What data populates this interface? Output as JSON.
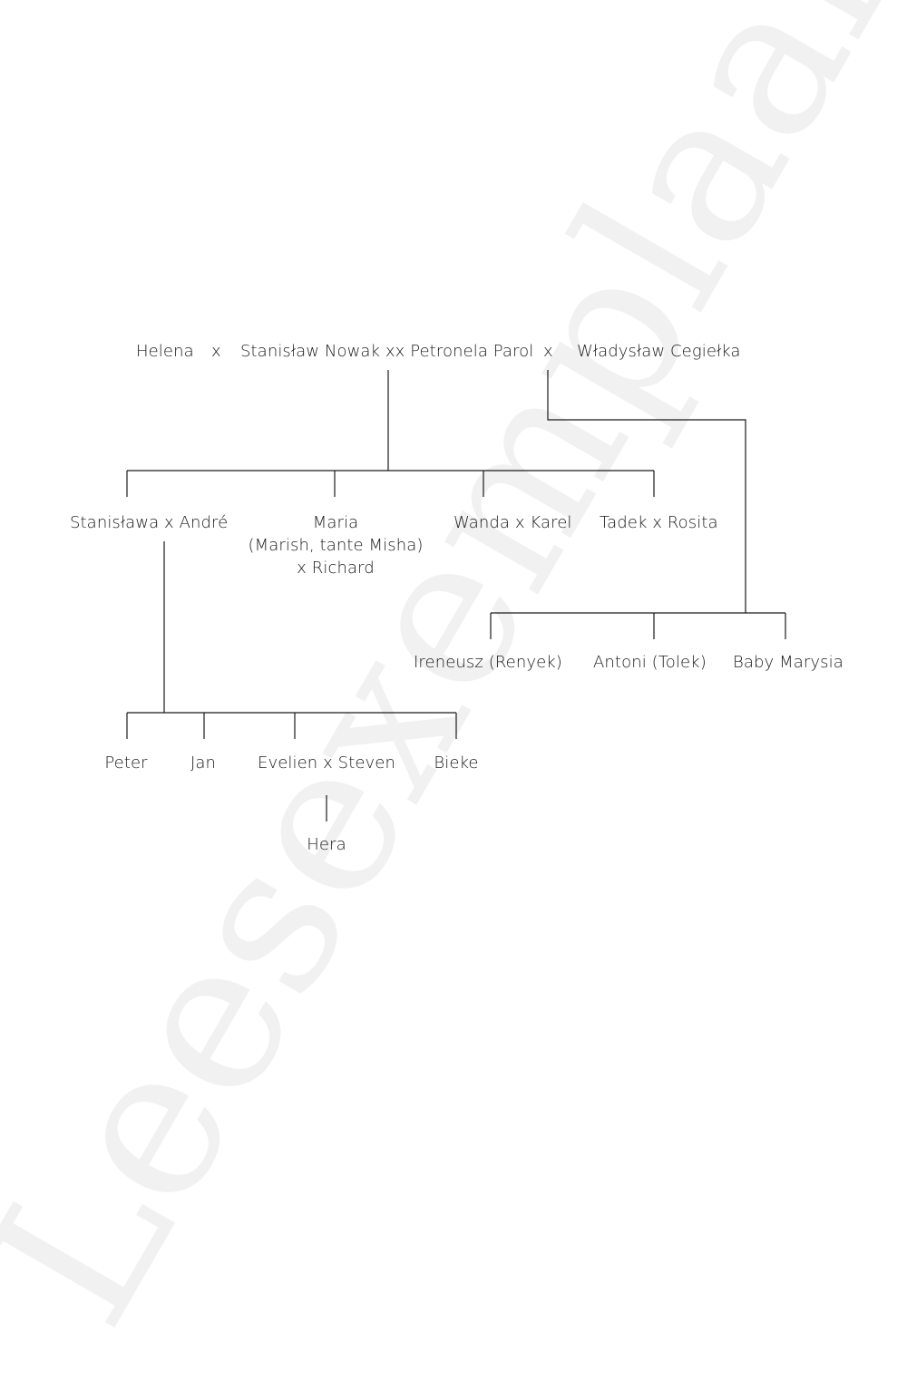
{
  "watermark": {
    "text": "Leesexemplaar",
    "color": "#f1f1f1"
  },
  "generation1": {
    "helena": "Helena",
    "marriage_sign_1": "x",
    "couple": "Stanisław Nowak xx Petronela Parol",
    "marriage_sign_2": "x",
    "wladyslaw": "Władysław Cegiełka"
  },
  "generation2": {
    "stanislawa": "Stanisława x André",
    "maria_line1": "Maria",
    "maria_line2": "(Marish, tante Misha)",
    "maria_line3": "x Richard",
    "wanda": "Wanda x Karel",
    "tadek": "Tadek x Rosita"
  },
  "cegielka_children": {
    "ireneusz": "Ireneusz (Renyek)",
    "antoni": "Antoni (Tolek)",
    "marysia": "Baby Marysia"
  },
  "generation3": {
    "peter": "Peter",
    "jan": "Jan",
    "evelien": "Evelien x Steven",
    "bieke": "Bieke"
  },
  "generation4": {
    "hera": "Hera"
  },
  "colors": {
    "text": "#1a1a1a",
    "lines": "#1a1a1a",
    "background": "#ffffff"
  }
}
